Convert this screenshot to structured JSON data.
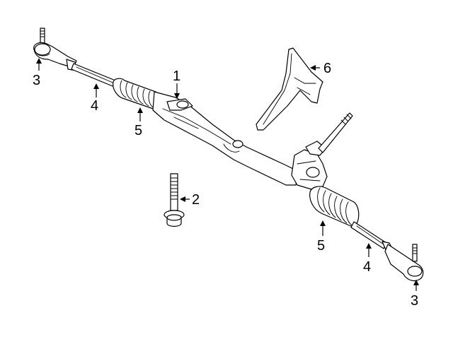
{
  "callouts": {
    "steering_gear": "1",
    "bolt": "2",
    "outer_tie_rod_left": "3",
    "outer_tie_rod_right": "3",
    "inner_tie_rod_left": "4",
    "inner_tie_rod_right": "4",
    "boot_left": "5",
    "boot_right": "5",
    "heat_shield": "6"
  }
}
